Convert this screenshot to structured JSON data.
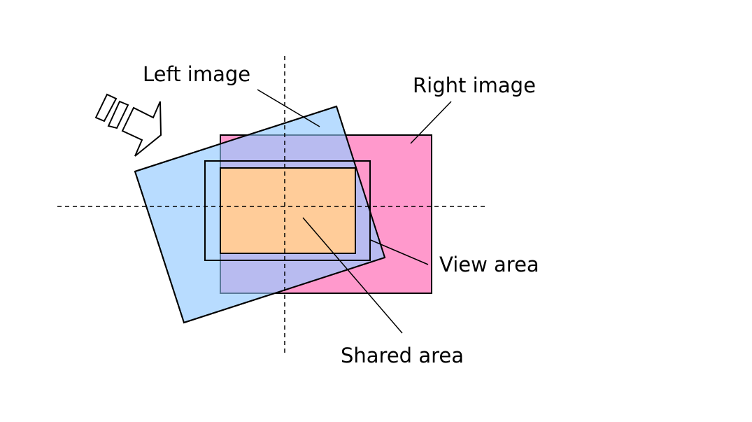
{
  "labels": {
    "left_image": "Left image",
    "right_image": "Right image",
    "view_area": "View area",
    "shared_area": "Shared area"
  },
  "colors": {
    "left_image": "#b8dcff",
    "right_image": "#ff99cc",
    "overlap": "#b8bbf0",
    "shared_area": "#ffcc99"
  },
  "icons": [
    "camera-icon"
  ]
}
